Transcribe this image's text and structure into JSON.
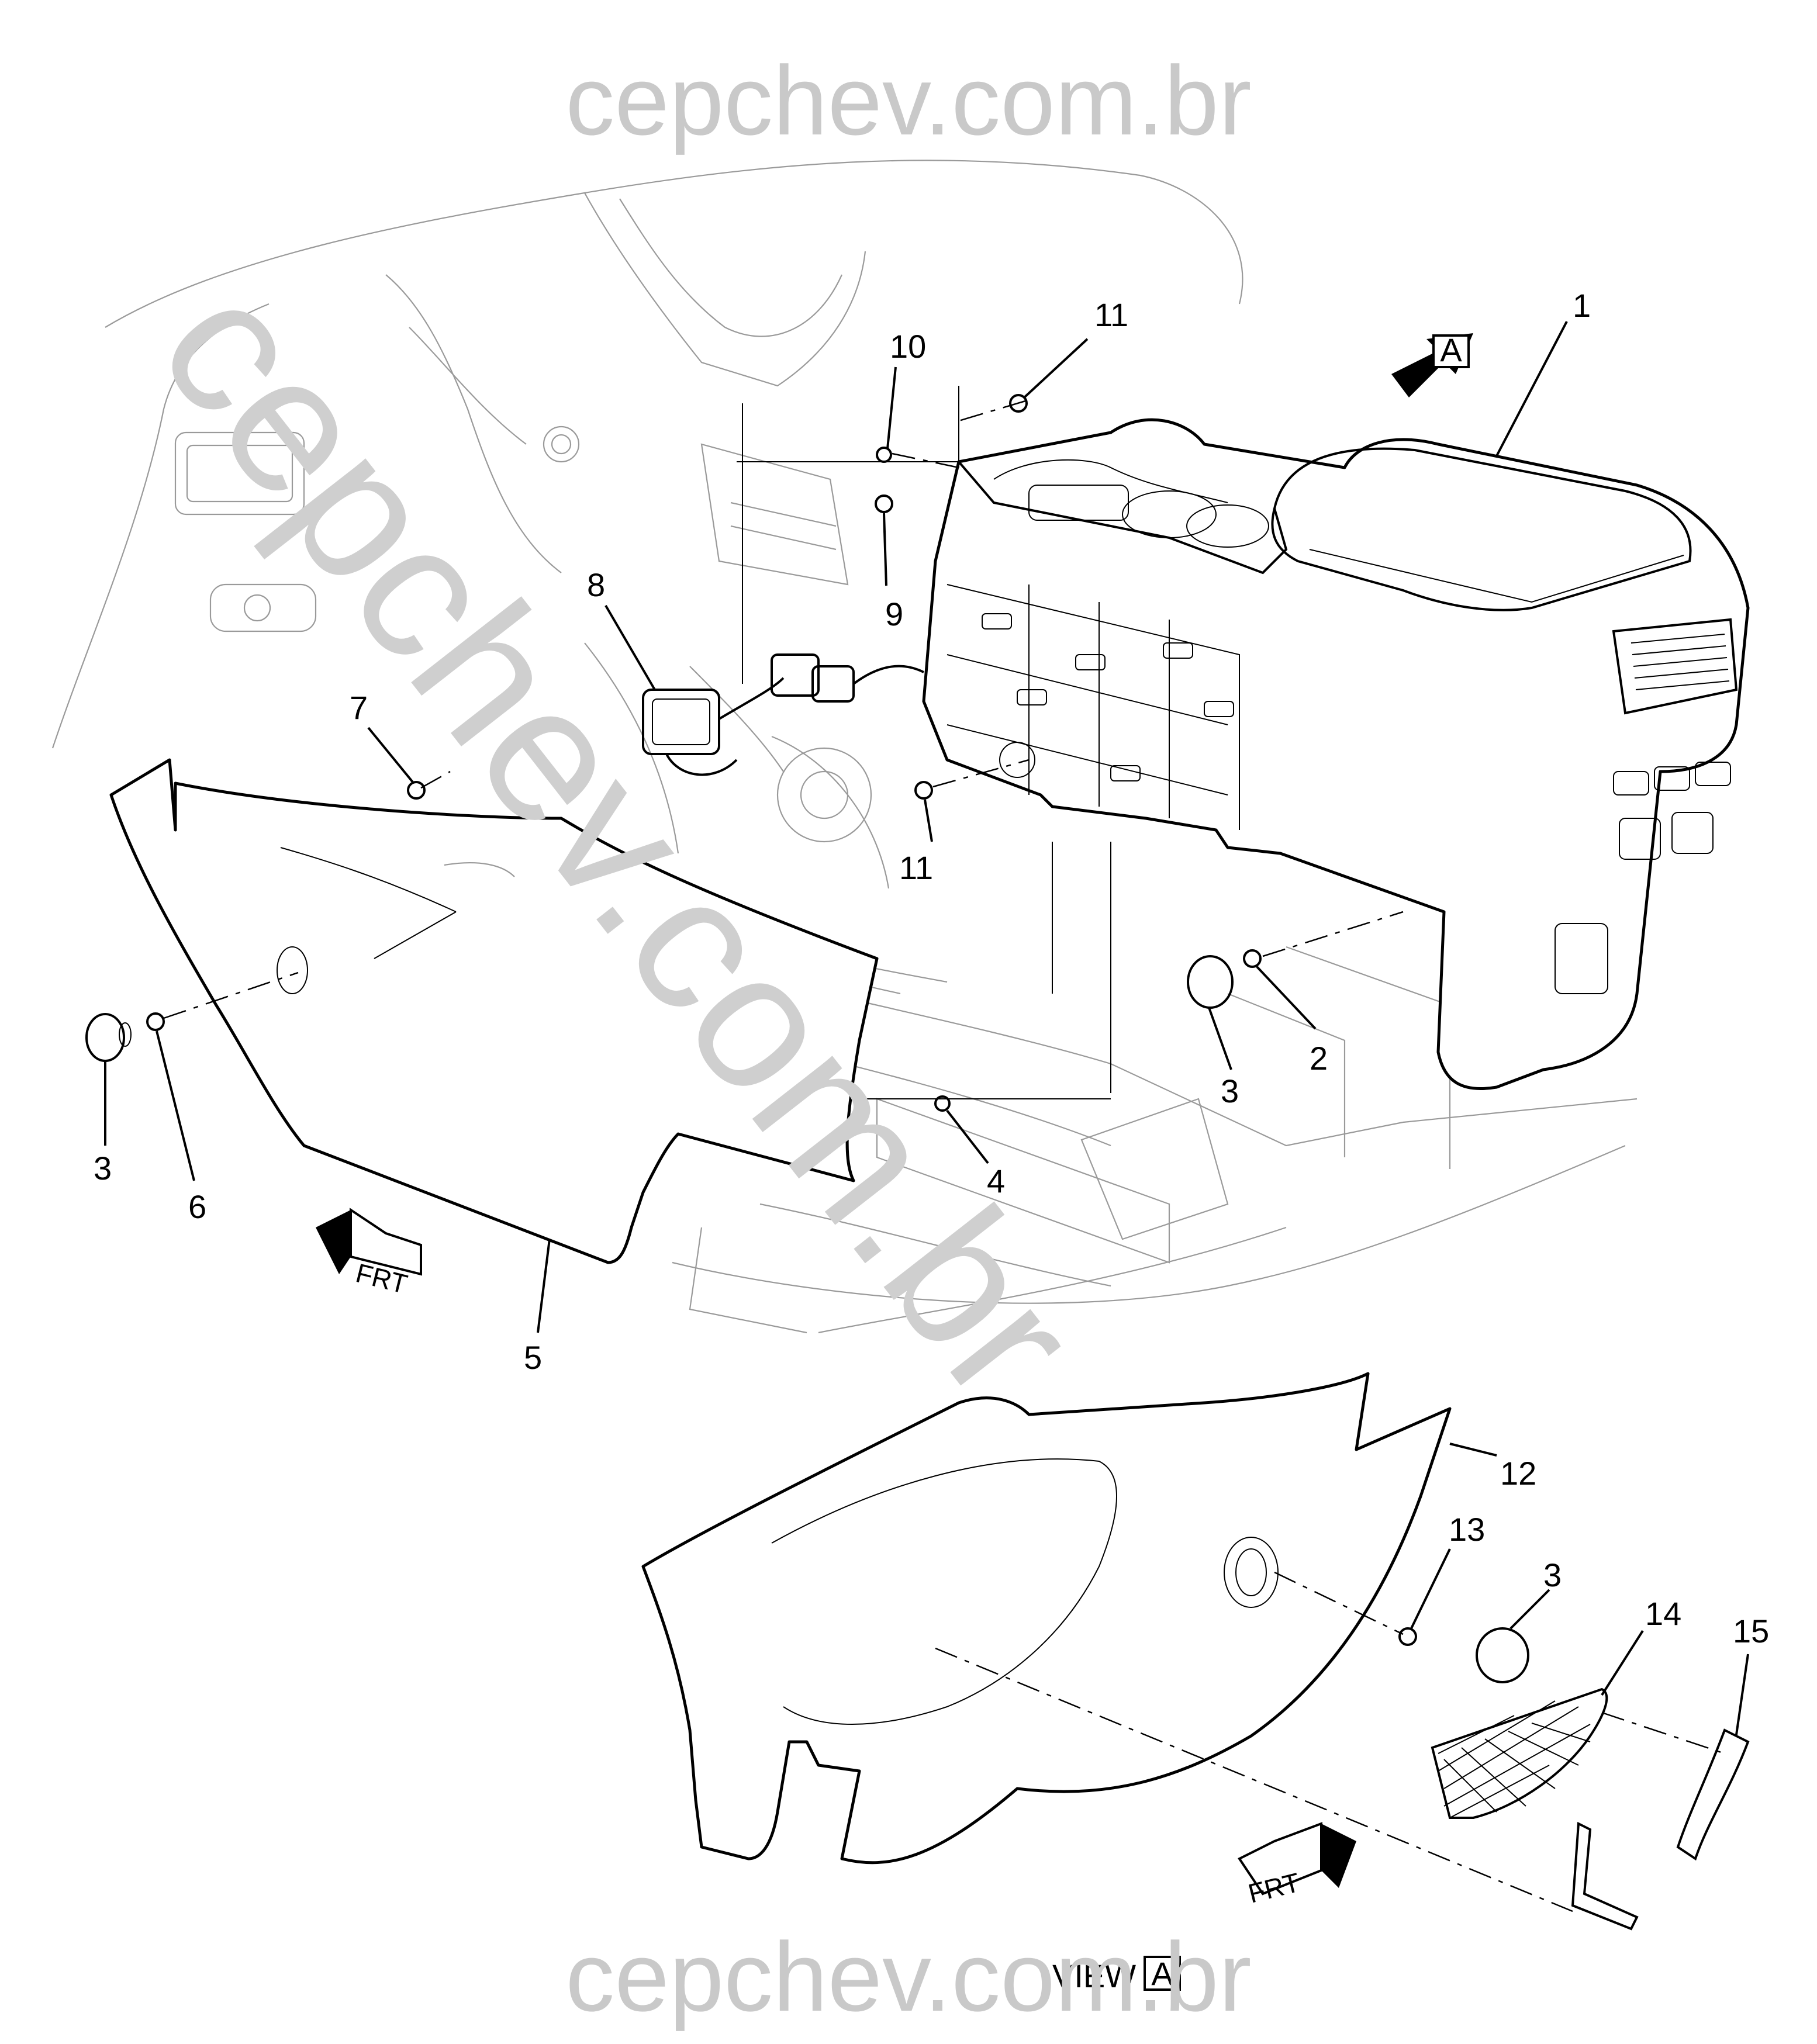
{
  "watermark": {
    "top_text": "cepchev.com.br",
    "bottom_text": "cepchev.com.br",
    "diagonal_text": "cepchev.com.br"
  },
  "callouts": {
    "c1": "1",
    "c2": "2",
    "c3a": "3",
    "c3b": "3",
    "c3c": "3",
    "c4": "4",
    "c5": "5",
    "c6": "6",
    "c7": "7",
    "c8": "8",
    "c9": "9",
    "c10": "10",
    "c11a": "11",
    "c11b": "11",
    "c12": "12",
    "c13": "13",
    "c14": "14",
    "c15": "15"
  },
  "view_ref": {
    "letter": "A",
    "view_label": "VIEW",
    "view_letter": "A"
  },
  "direction": {
    "frt_main": "FRT",
    "frt_view": "FRT"
  },
  "colors": {
    "line": "#000000",
    "ghost_line": "#9a9a9a",
    "watermark": "#c9c9c9"
  }
}
